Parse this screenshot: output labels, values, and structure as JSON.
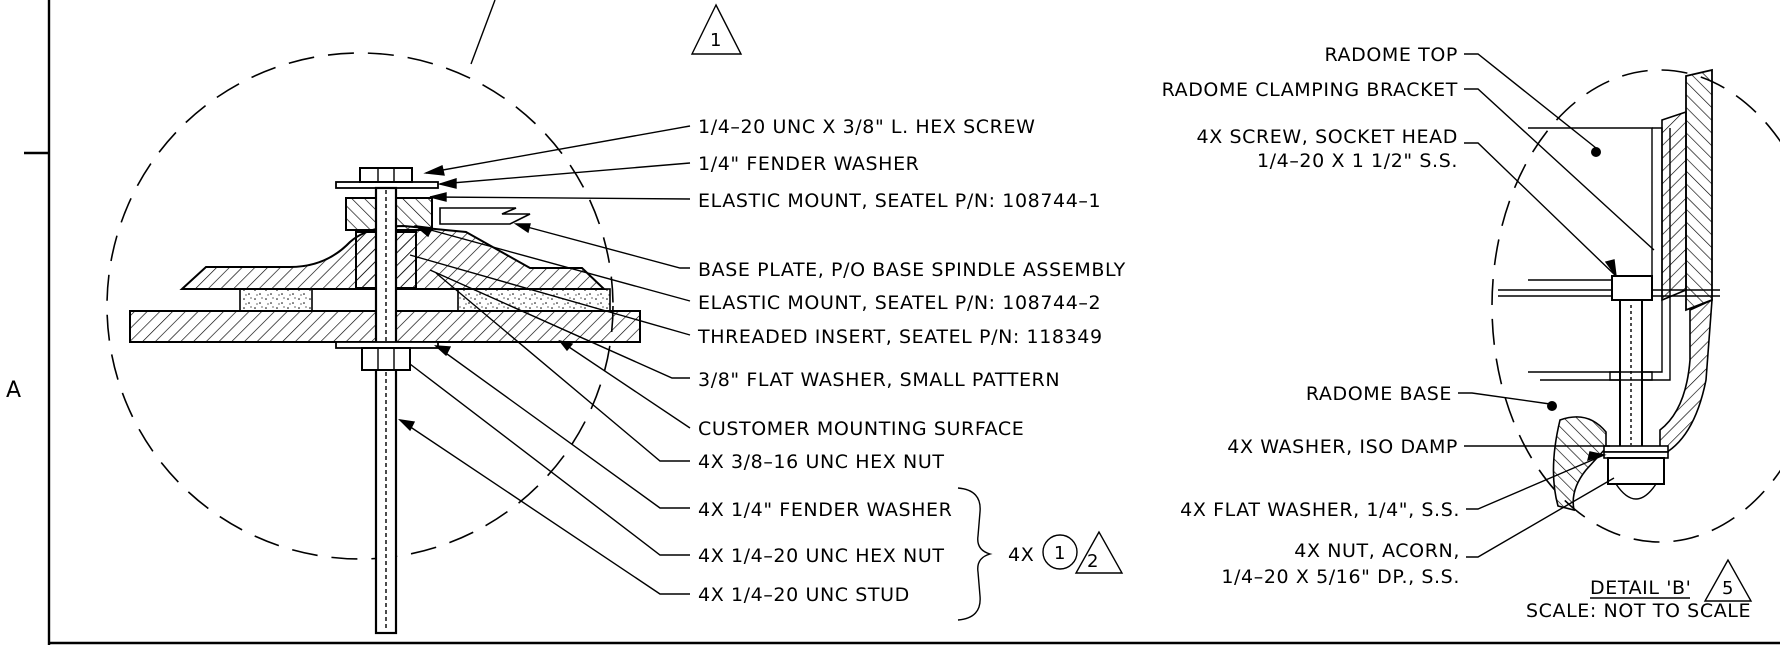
{
  "sheet": {
    "zone_letter": "A"
  },
  "main_view": {
    "revision_marker": "1",
    "callouts": [
      "1/4–20 UNC X 3/8\" L. HEX SCREW",
      "1/4\" FENDER WASHER",
      "ELASTIC MOUNT, SEATEL P/N: 108744–1",
      "BASE PLATE, P/O BASE SPINDLE ASSEMBLY",
      "ELASTIC MOUNT, SEATEL P/N: 108744–2",
      "THREADED INSERT, SEATEL P/N: 118349",
      "3/8\" FLAT WASHER, SMALL PATTERN",
      "CUSTOMER MOUNTING SURFACE",
      "4X 3/8–16 UNC HEX NUT",
      "4X 1/4\" FENDER WASHER",
      "4X 1/4–20 UNC HEX NUT",
      "4X 1/4–20 UNC STUD"
    ],
    "group_quantity": "4X",
    "group_item_number": "1",
    "group_revision": "2"
  },
  "detail_b": {
    "callouts_top": [
      "RADOME TOP",
      "RADOME CLAMPING BRACKET",
      "4X SCREW, SOCKET HEAD",
      "1/4–20 X 1 1/2\" S.S."
    ],
    "callouts_bottom": [
      "RADOME BASE",
      "4X WASHER, ISO DAMP",
      "4X FLAT WASHER, 1/4\", S.S.",
      "4X NUT, ACORN,",
      "1/4–20 X 5/16\" DP., S.S."
    ],
    "title": "DETAIL 'B'",
    "scale": "SCALE: NOT TO SCALE",
    "revision_marker": "5"
  }
}
